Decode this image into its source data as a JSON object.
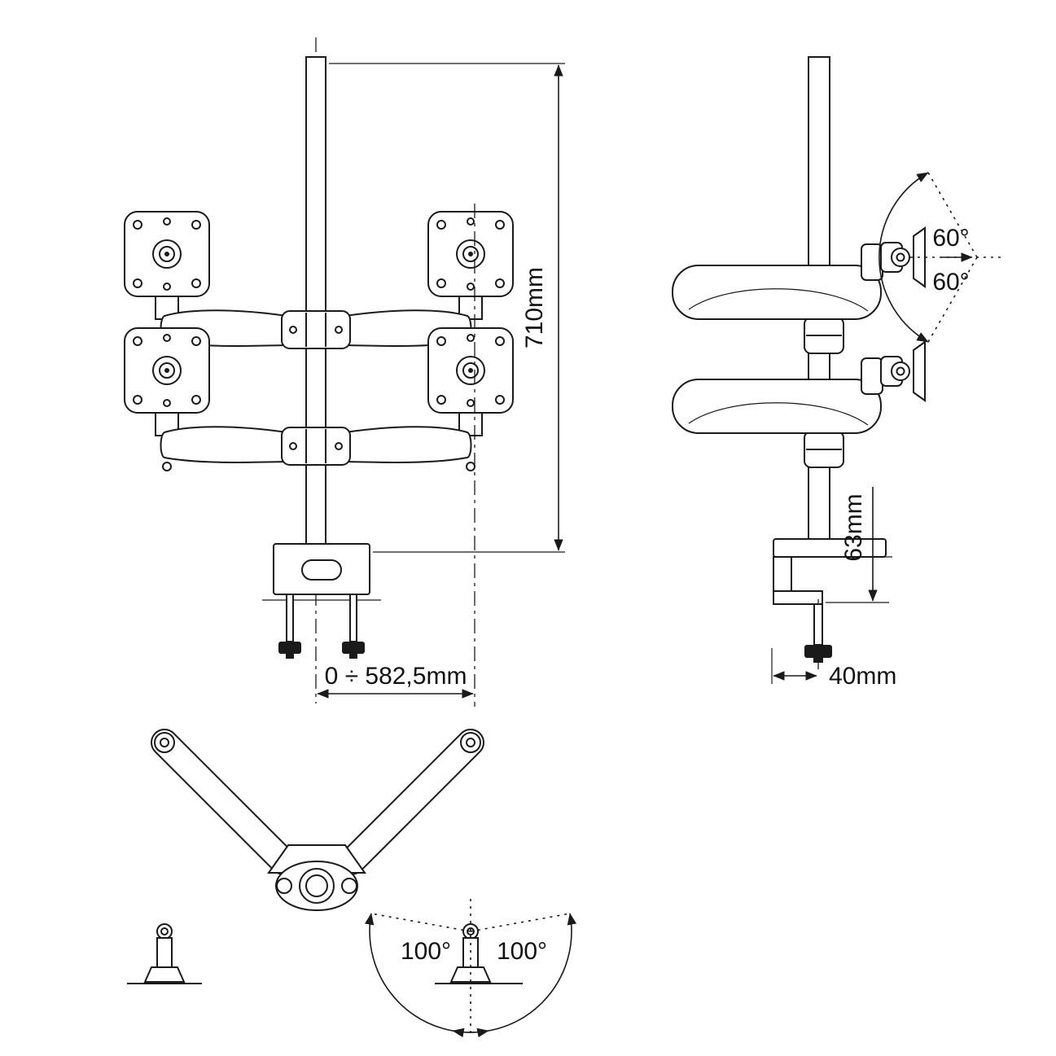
{
  "drawing": {
    "background": "#ffffff",
    "line_color": "#1a1a1a",
    "knob_color": "#1a1a1a"
  },
  "labels": {
    "height": "710mm",
    "horizontal_range": "0 ÷ 582,5mm",
    "tilt_up": "60°",
    "tilt_down": "60°",
    "clamp_capacity": "63mm",
    "clamp_screw_offset": "40mm",
    "swivel_left": "100°",
    "swivel_right": "100°"
  }
}
